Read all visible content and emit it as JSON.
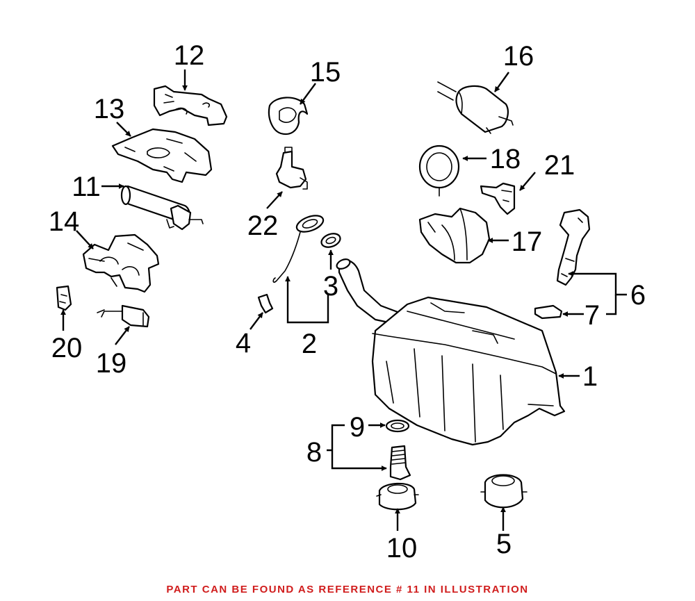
{
  "callouts": {
    "c1": "1",
    "c2": "2",
    "c3": "3",
    "c4": "4",
    "c5": "5",
    "c6": "6",
    "c7": "7",
    "c8": "8",
    "c9": "9",
    "c10": "10",
    "c11": "11",
    "c12": "12",
    "c13": "13",
    "c14": "14",
    "c15": "15",
    "c16": "16",
    "c17": "17",
    "c18": "18",
    "c19": "19",
    "c20": "20",
    "c21": "21",
    "c22": "22"
  },
  "footer": {
    "note": "PART CAN BE FOUND AS REFERENCE # 11 IN ILLUSTRATION",
    "note_color": "#d01c1c"
  }
}
